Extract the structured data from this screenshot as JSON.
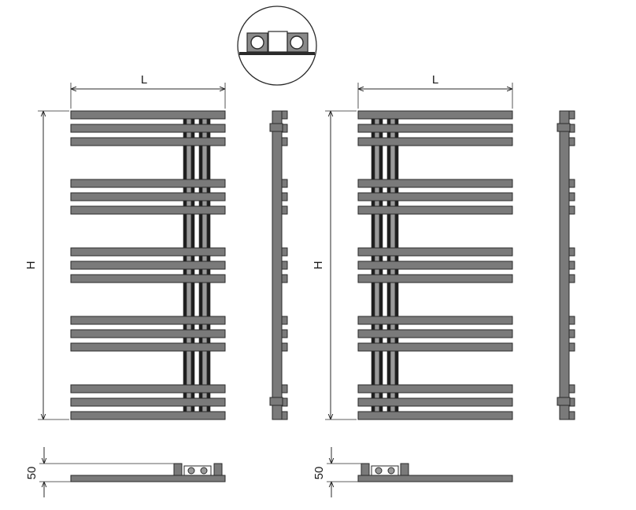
{
  "labels": {
    "left_width": "L",
    "left_height": "H",
    "left_depth": "50",
    "right_width": "L",
    "right_height": "H",
    "right_depth": "50"
  },
  "colors": {
    "bar_fill": "#7a7a7a",
    "stroke": "#2a2a2a",
    "dark_tube": "#1e1e1e",
    "light_tube": "#9a9a9a",
    "detail_fill": "#8a8a8a",
    "background": "#ffffff"
  }
}
